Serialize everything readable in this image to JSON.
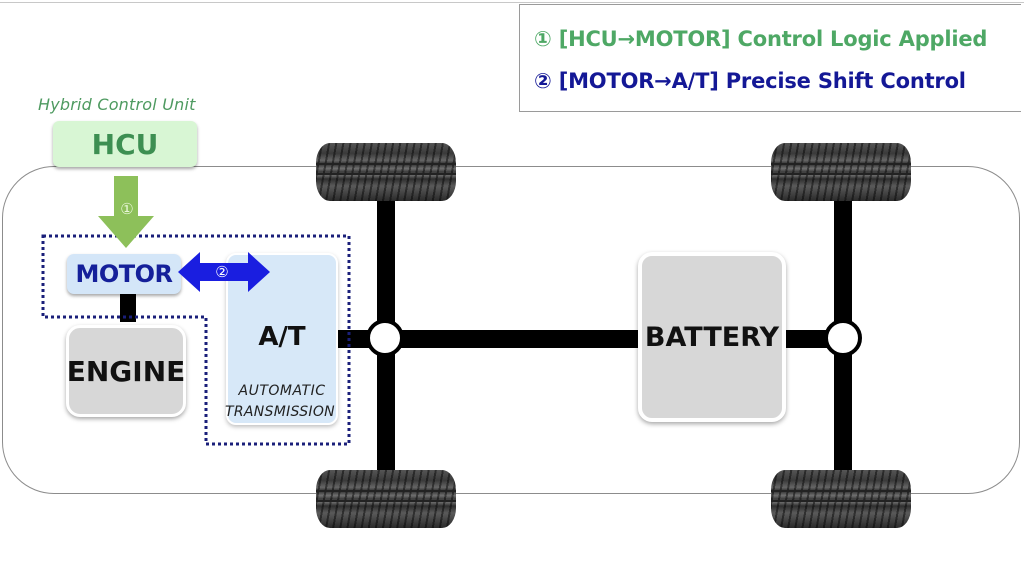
{
  "legend": {
    "items": [
      {
        "marker": "①",
        "text": "① [HCU→MOTOR] Control Logic Applied",
        "color": "#4ea865"
      },
      {
        "marker": "②",
        "text": "② [MOTOR→A/T] Precise Shift Control",
        "color": "#141896"
      }
    ]
  },
  "hcu": {
    "caption": "Hybrid Control Unit",
    "label": "HCU",
    "color": "#d8f6d4"
  },
  "arrows": {
    "hcu_to_motor": {
      "marker": "①",
      "color": "#8dc05a"
    },
    "motor_to_at": {
      "marker": "②",
      "color": "#1a1ee0"
    }
  },
  "components": {
    "motor": {
      "label": "MOTOR"
    },
    "engine": {
      "label": "ENGINE"
    },
    "transmission": {
      "label": "A/T",
      "subtitle_line1": "AUTOMATIC",
      "subtitle_line2": "TRANSMISSION"
    },
    "battery": {
      "label": "BATTERY"
    }
  },
  "wheels": [
    "front-left",
    "front-right",
    "rear-left",
    "rear-right"
  ]
}
